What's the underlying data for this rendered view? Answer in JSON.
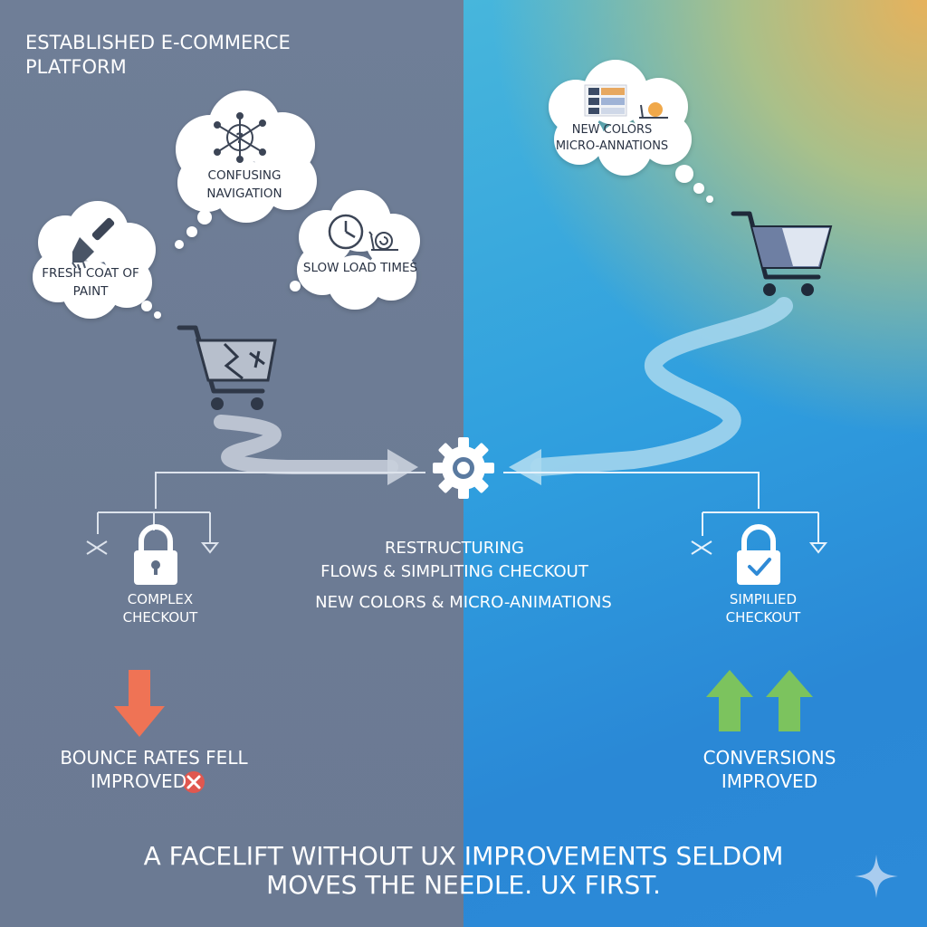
{
  "title": "ESTABLISHED E-COMMERCE PLATFORM",
  "left": {
    "thoughts": {
      "fresh_coat": "FRESH COAT OF PAINT",
      "confusing_navigation": "CONFUSING NAVIGATION",
      "slow_load": "SLOW LOAD TIMES"
    },
    "checkout_label": "COMPLEX CHECKOUT",
    "result_line1": "BOUNCE RATES FELL",
    "result_line2": "IMPROVED"
  },
  "right": {
    "thought": "NEW COLORS MICRO-ANNATIONS",
    "checkout_label": "SIMPILIED CHECKOUT",
    "result_line1": "CONVERSIONS",
    "result_line2": "IMPROVED"
  },
  "center": {
    "line1": "RESTRUCTURING",
    "line2": "FLOWS & SIMPLITING CHECKOUT",
    "line3": "NEW COLORS & MICRO-ANIMATIONS"
  },
  "footer": {
    "line1": "A FACELIFT WITHOUT UX IMPROVEMENTS SELDOM",
    "line2": "MOVES THE NEEDLE. UX FIRST."
  },
  "colors": {
    "left_bg": "#6f7e97",
    "right_bg": "#2f9ede",
    "down_arrow": "#ef7355",
    "up_arrow": "#7cc35e",
    "fail_badge": "#e0574f"
  }
}
